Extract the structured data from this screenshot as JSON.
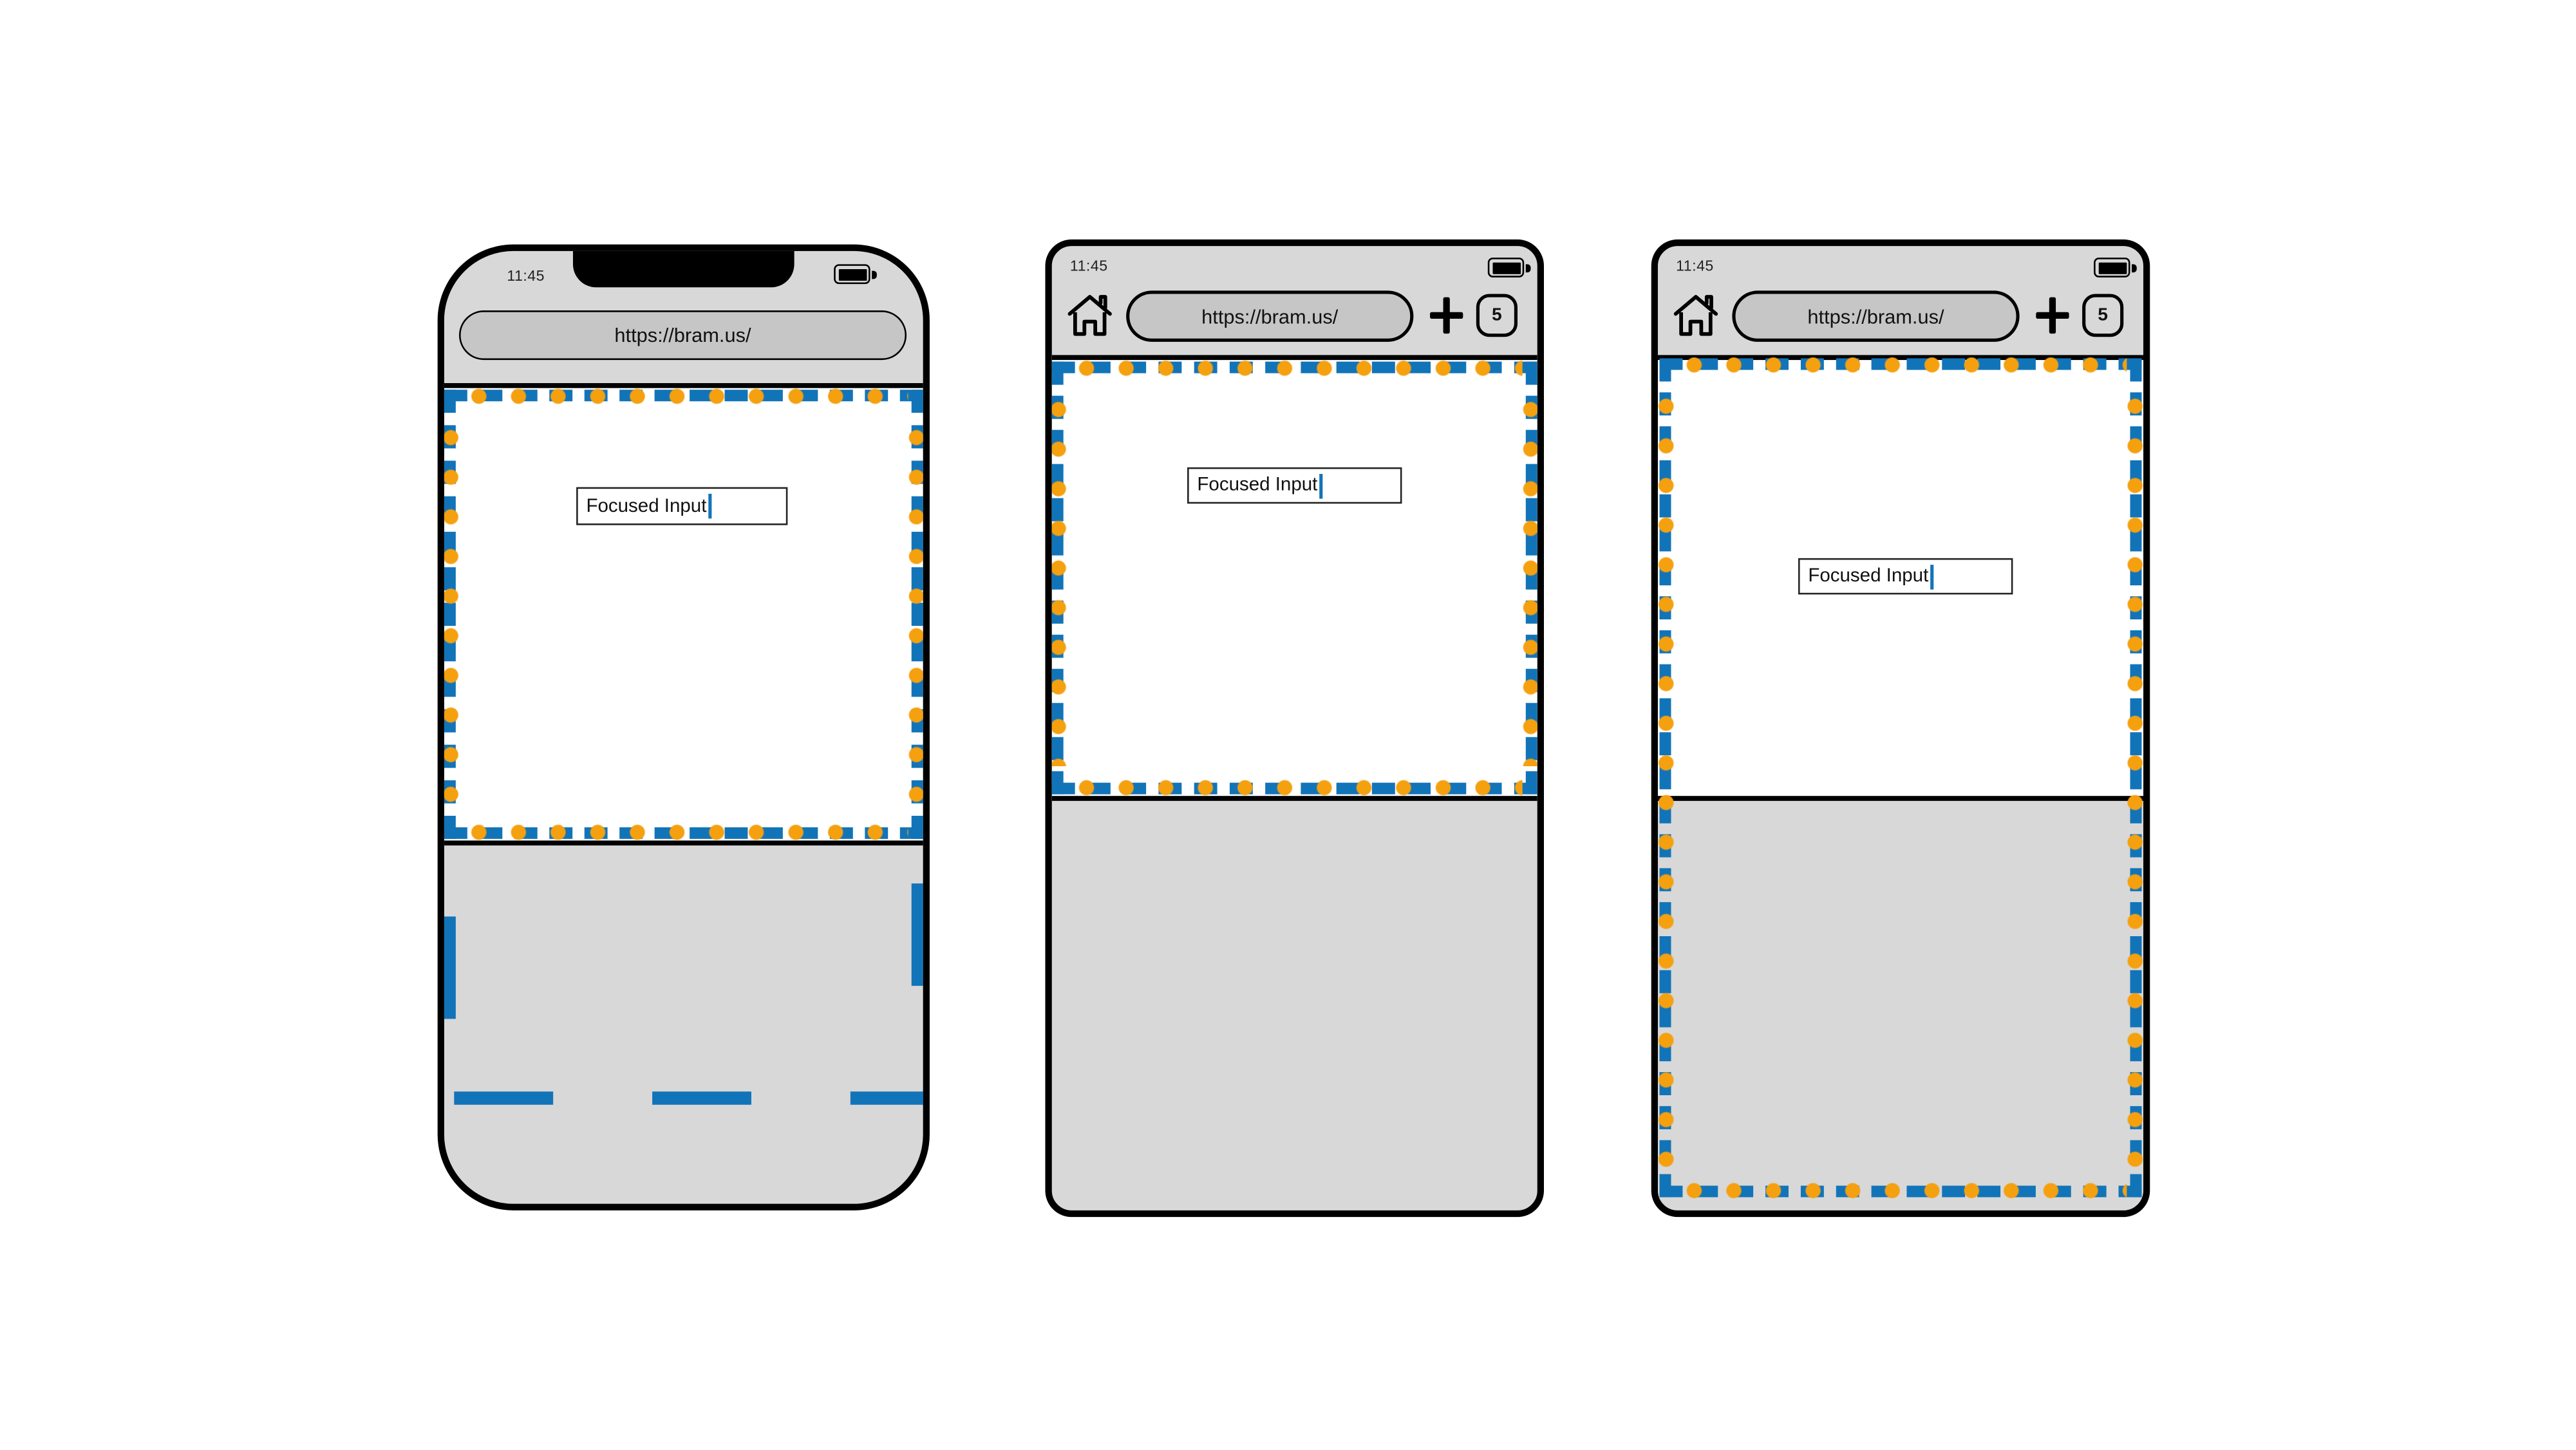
{
  "colors": {
    "layout_viewport_blue": "#1274b8",
    "visual_viewport_orange": "#f5a00f",
    "device_chrome_gray": "#d8d8d8",
    "urlbar_gray": "#c6c6c6"
  },
  "phones": [
    {
      "id": "iphone",
      "status_time": "11:45",
      "url": "https://bram.us/",
      "input": {
        "value": "Focused Input"
      }
    },
    {
      "id": "android-1",
      "status_time": "11:45",
      "url": "https://bram.us/",
      "toolbar": {
        "tab_count": "5"
      },
      "input": {
        "value": "Focused Input"
      }
    },
    {
      "id": "android-2",
      "status_time": "11:45",
      "url": "https://bram.us/",
      "toolbar": {
        "tab_count": "5"
      },
      "input": {
        "value": "Focused Input"
      }
    }
  ]
}
